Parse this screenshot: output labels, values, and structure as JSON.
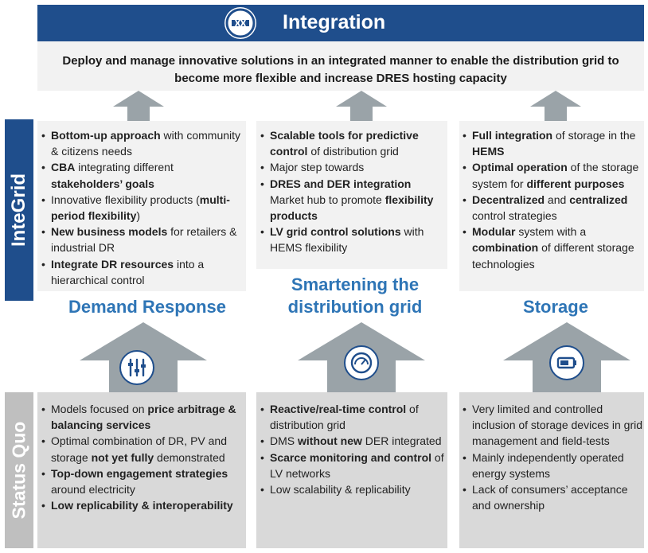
{
  "header": {
    "title": "Integration",
    "subtitle": "Deploy and manage innovative solutions in an integrated manner to enable the distribution grid to become more flexible and increase DRES hosting capacity",
    "icon": "grid-link-icon"
  },
  "sidebars": {
    "integrid": "InteGrid",
    "status_quo": "Status Quo"
  },
  "columns": [
    {
      "title": "Demand Response",
      "icon": "sliders-icon",
      "integrid_items": [
        [
          [
            "b",
            "Bottom-up approach"
          ],
          [
            "t",
            " with community & citizens needs"
          ]
        ],
        [
          [
            "b",
            "CBA"
          ],
          [
            "t",
            " integrating different "
          ],
          [
            "b",
            "stakeholders’ goals"
          ]
        ],
        [
          [
            "t",
            "Innovative flexibility products ("
          ],
          [
            "b",
            "multi-period flexibility"
          ],
          [
            "t",
            ")"
          ]
        ],
        [
          [
            "b",
            "New business models"
          ],
          [
            "t",
            " for retailers & industrial DR"
          ]
        ],
        [
          [
            "b",
            "Integrate DR resources"
          ],
          [
            "t",
            " into a hierarchical control"
          ]
        ]
      ],
      "status_items": [
        [
          [
            "t",
            "Models focused on "
          ],
          [
            "b",
            "price arbitrage & balancing services"
          ]
        ],
        [
          [
            "t",
            "Optimal combination of DR, PV and storage "
          ],
          [
            "b",
            "not yet fully"
          ],
          [
            "t",
            " demonstrated"
          ]
        ],
        [
          [
            "b",
            "Top-down engagement strategies"
          ],
          [
            "t",
            " around electricity"
          ]
        ],
        [
          [
            "b",
            "Low replicability & interoperability"
          ]
        ]
      ]
    },
    {
      "title": "Smartening the distribution grid",
      "icon": "gauge-icon",
      "integrid_items": [
        [
          [
            "b",
            "Scalable tools for predictive control"
          ],
          [
            "t",
            " of distribution grid"
          ]
        ],
        [
          [
            "t",
            "Major step towards"
          ]
        ],
        [
          [
            "b",
            "DRES and DER integration"
          ],
          [
            "t",
            " Market hub to promote "
          ],
          [
            "b",
            "flexibility products"
          ]
        ],
        [
          [
            "b",
            "LV grid control solutions"
          ],
          [
            "t",
            " with HEMS flexibility"
          ]
        ]
      ],
      "status_items": [
        [
          [
            "b",
            "Reactive/real-time control"
          ],
          [
            "t",
            " of distribution grid"
          ]
        ],
        [
          [
            "t",
            "DMS "
          ],
          [
            "b",
            "without new"
          ],
          [
            "t",
            " DER integrated"
          ]
        ],
        [
          [
            "b",
            "Scarce monitoring and control"
          ],
          [
            "t",
            " of LV networks"
          ]
        ],
        [
          [
            "t",
            "Low scalability & replicability"
          ]
        ]
      ]
    },
    {
      "title": "Storage",
      "icon": "battery-icon",
      "integrid_items": [
        [
          [
            "b",
            "Full integration"
          ],
          [
            "t",
            " of storage in the "
          ],
          [
            "b",
            "HEMS"
          ]
        ],
        [
          [
            "b",
            "Optimal operation"
          ],
          [
            "t",
            " of the storage system for "
          ],
          [
            "b",
            "different purposes"
          ]
        ],
        [
          [
            "b",
            "Decentralized"
          ],
          [
            "t",
            " and "
          ],
          [
            "b",
            "centralized"
          ],
          [
            "t",
            " control strategies"
          ]
        ],
        [
          [
            "b",
            "Modular"
          ],
          [
            "t",
            " system with a "
          ],
          [
            "b",
            "combination"
          ],
          [
            "t",
            " of different storage technologies"
          ]
        ]
      ],
      "status_items": [
        [
          [
            "t",
            "Very limited and controlled inclusion of storage devices in grid management and field-tests"
          ]
        ],
        [
          [
            "t",
            "Mainly independently operated energy systems"
          ]
        ],
        [
          [
            "t",
            "Lack of consumers’ acceptance and ownership"
          ]
        ]
      ]
    }
  ],
  "colors": {
    "navy": "#1f4e8c",
    "title_blue": "#2e75b6",
    "arrow_gray": "#9aa3a8",
    "panel_light": "#f2f2f2",
    "panel_gray": "#d9d9d9"
  }
}
